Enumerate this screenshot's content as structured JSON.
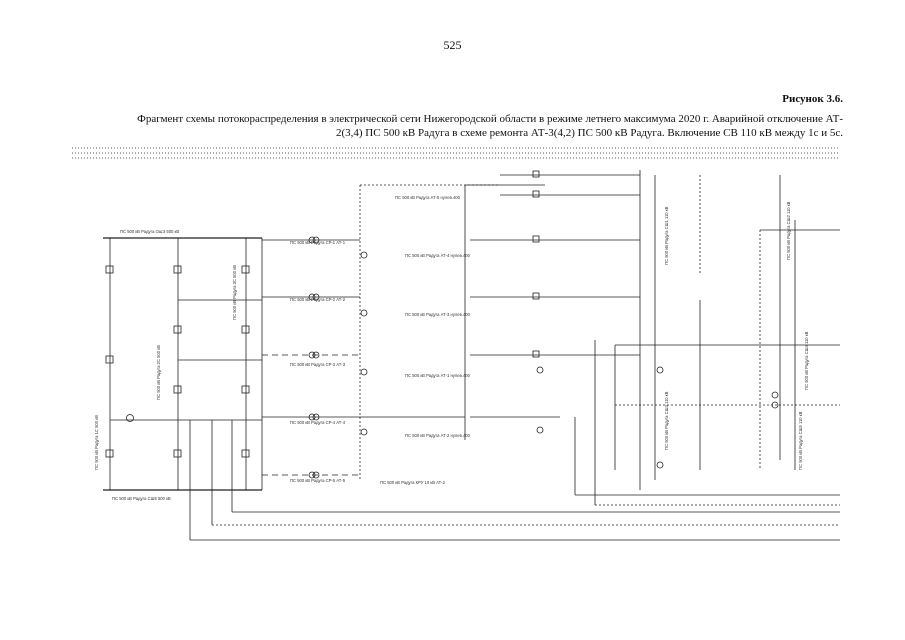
{
  "page": {
    "number": "525",
    "figure_label": "Рисунок 3.6.",
    "caption_line1": "Фрагмент схемы потокораспределения в электрической сети Нижегородской области в режиме летнего максимума 2020 г. Аварийной отключение АТ-",
    "caption_line2": "2(3,4) ПС 500 кВ Радуга в схеме ремонта АТ-3(4,2) ПС 500 кВ Радуга. Включение СВ 110 кВ между 1с и 5с."
  },
  "diagram": {
    "labels": {
      "top_bus": "ПС 500 кВ Радуга ОшЭ 500 кВ",
      "bottom_bus": "ПС 500 кВ Радуга СШ5 500 кВ",
      "left_bus": "ПС 500 кВ Радуга 1С 500 кВ",
      "bus_2c": "ПС 500 кВ Радуга 2С 500 кВ",
      "bus_3c": "ПС 500 кВ Радуга 3С 500 кВ",
      "at1": "ПС 500 кВ Радуга СР-1 АТ-1",
      "at2": "ПС 500 кВ Радуга СР-2 АТ-2",
      "at3": "ПС 500 кВ Радуга СР-3 АТ-3",
      "at4": "ПС 500 кВ Радуга СР-4 АТ-4",
      "at5": "ПС 500 кВ Радуга СР-5 АТ-5",
      "at_n1": "ПС 500 кВ Радуга АТ-5 нулев.400",
      "at_n2": "ПС 500 кВ Радуга АТ-4 нулев.400",
      "at_n3": "ПС 500 кВ Радуга АТ-3 нулев.400",
      "at_n4": "ПС 500 кВ Радуга АТ-1 нулев.400",
      "at_n5": "ПС 500 кВ Радуга АТ-2 нулев.400",
      "kru": "ПС 500 кВ Радуга КРУ 10 кВ АТ-2",
      "sh110_1": "ПС 500 кВ Радуга СШ1 110 кВ",
      "sh110_2": "ПС 500 кВ Радуга СШ2 110 кВ",
      "sh110_3": "ПС 500 кВ Радуга СШ3 110 кВ",
      "sh110_4": "ПС 500 кВ Радуга СШ4 110 кВ",
      "sh110_5": "ПС 500 кВ Радуга СШ5 110 кВ"
    }
  }
}
